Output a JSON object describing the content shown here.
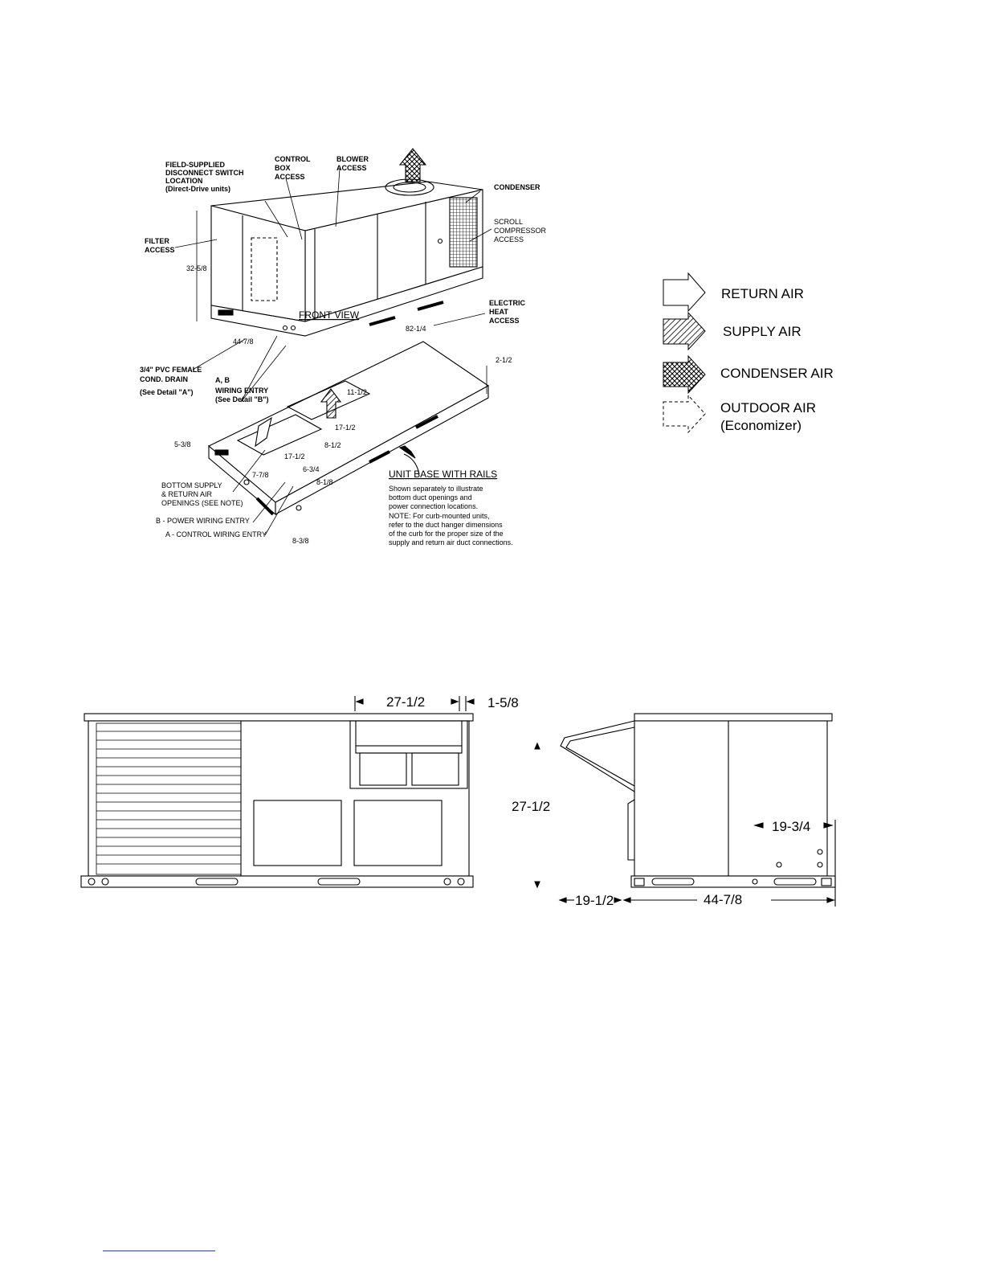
{
  "iso_view": {
    "callouts": {
      "field_supplied": [
        "FIELD-SUPPLIED",
        "DISCONNECT SWITCH",
        "LOCATION",
        "(Direct-Drive units)"
      ],
      "control_box": [
        "CONTROL",
        "BOX",
        "ACCESS"
      ],
      "blower": [
        "BLOWER",
        "ACCESS"
      ],
      "condenser": "CONDENSER",
      "scroll": [
        "SCROLL",
        "COMPRESSOR",
        "ACCESS"
      ],
      "filter": [
        "FILTER",
        "ACCESS"
      ],
      "electric_heat": [
        "ELECTRIC",
        "HEAT",
        "ACCESS"
      ],
      "front_view": "FRONT VIEW",
      "pvc_drain": [
        "3/4\" PVC FEMALE",
        "COND. DRAIN",
        "(See Detail \"A\")"
      ],
      "wiring_entry": [
        "A, B",
        "WIRING ENTRY",
        "(See Detail \"B\")"
      ],
      "bottom_openings": [
        "BOTTOM SUPPLY",
        "& RETURN AIR",
        "OPENINGS (SEE NOTE)"
      ],
      "power_wiring": "B - POWER WIRING ENTRY",
      "control_wiring": "A - CONTROL WIRING ENTRY",
      "unit_base": "UNIT BASE WITH RAILS",
      "note_lines": [
        "Shown separately to illustrate",
        "bottom duct openings and",
        "power connection locations.",
        "NOTE: For curb-mounted units,",
        "refer to the duct hanger dimensions",
        "of the curb for the proper size of the",
        "supply and return air duct connections."
      ]
    },
    "dims": {
      "height": "32-5/8",
      "width": "44-7/8",
      "length": "82-1/4",
      "rail": "2-1/2",
      "d1": "11-1/2",
      "d2": "17-1/2",
      "d3": "8-1/2",
      "d4": "17-1/2",
      "d5": "5-3/8",
      "d6": "7-7/8",
      "d7": "6-3/4",
      "d8": "8-1/8",
      "d9": "8-3/8"
    }
  },
  "legend": {
    "items": [
      {
        "label": "RETURN AIR",
        "style": "outline"
      },
      {
        "label": "SUPPLY AIR",
        "style": "hatched"
      },
      {
        "label": "CONDENSER AIR",
        "style": "crosshatch"
      },
      {
        "label": [
          "OUTDOOR AIR",
          "(Economizer)"
        ],
        "style": "dashed"
      }
    ]
  },
  "front_view": {
    "dims": {
      "opening": "27-1/2",
      "offset": "1-5/8"
    }
  },
  "side_view": {
    "dims": {
      "height": "27-1/2",
      "right": "19-3/4",
      "hood": "19-1/2",
      "width": "44-7/8"
    }
  },
  "colors": {
    "line": "#000000",
    "footer_link": "#2a3dbd"
  }
}
